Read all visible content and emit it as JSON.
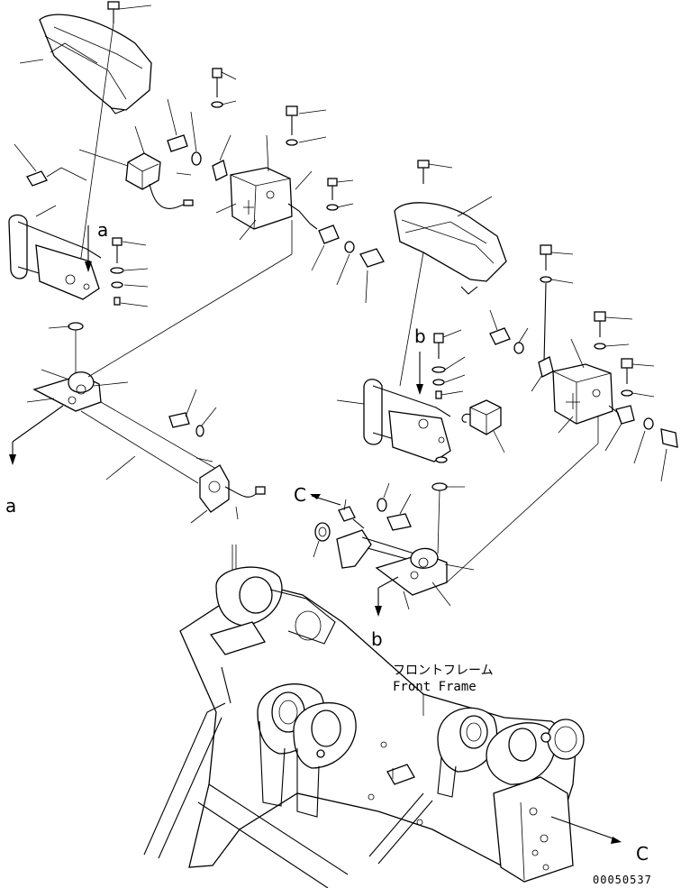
{
  "callouts": {
    "a": "a",
    "b": "b",
    "c": "C"
  },
  "frame_label": {
    "jp": "フロントフレーム",
    "en": "Front Frame"
  },
  "drawing_number": "00050537"
}
